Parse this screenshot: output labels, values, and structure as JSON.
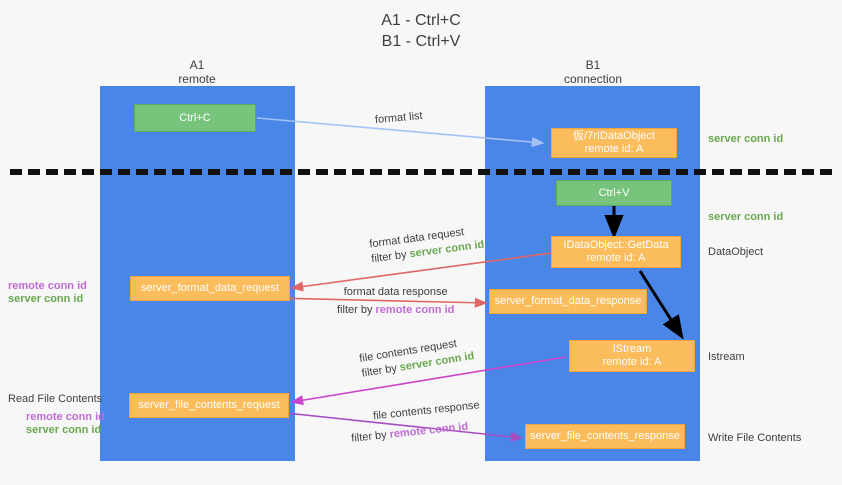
{
  "title": {
    "line1": "A1 - Ctrl+C",
    "line2": "B1 - Ctrl+V"
  },
  "columns": [
    {
      "name": "A1",
      "sub": "remote"
    },
    {
      "name": "B1",
      "sub": "connection"
    }
  ],
  "nodes": {
    "ctrl_c": {
      "l1": "Ctrl+C"
    },
    "data_object_remote": {
      "l1": "仮/7rIDataObject",
      "l2": "remote id: A"
    },
    "ctrl_v": {
      "l1": "Ctrl+V"
    },
    "get_data": {
      "l1": "IDataObject::GetData",
      "l2": "remote id: A"
    },
    "server_format_data_request": {
      "l1": "server_format_data_request"
    },
    "server_format_data_response": {
      "l1": "server_format_data_response"
    },
    "istream": {
      "l1": "IStream",
      "l2": "remote id: A"
    },
    "server_file_contents_request": {
      "l1": "server_file_contents_request"
    },
    "server_file_contents_response": {
      "l1": "server_file_contents_response"
    }
  },
  "edge_labels": {
    "format_list": {
      "main": "format list"
    },
    "format_data_request": {
      "main": "format data request",
      "filter_prefix": "filter by ",
      "filter_value": "server conn id"
    },
    "format_data_response": {
      "main": "format data response",
      "filter_prefix": "filter by ",
      "filter_value": "remote conn id"
    },
    "file_contents_request": {
      "main": "file contents request",
      "filter_prefix": "filter by ",
      "filter_value": "server conn id"
    },
    "file_contents_response": {
      "main": "file contents response",
      "filter_prefix": "filter by ",
      "filter_value": "remote conn id"
    }
  },
  "side_labels": {
    "server_conn_id_top": "server conn id",
    "server_conn_id_mid": "server conn id",
    "data_object": "DataObject",
    "istream": "Istream",
    "write_file_contents": "Write File Contents",
    "read_file_contents": "Read File Contents",
    "left_remote_conn_id_1": "remote conn id",
    "left_server_conn_id_1": "server conn id",
    "left_remote_conn_id_2": "remote conn id",
    "left_server_conn_id_2": "server conn id"
  },
  "colors": {
    "lane": "#4a86e8",
    "green_node": "#79c47d",
    "orange_node": "#fbbc5c",
    "green_text": "#6aa84f",
    "magenta_text": "#c06bd4",
    "arrow_blue": "#a4c2f4",
    "arrow_red": "#e06666",
    "arrow_magenta": "#cc44cc",
    "arrow_purple": "#a64dc4",
    "arrow_black": "#000000",
    "divider": "#111111"
  }
}
